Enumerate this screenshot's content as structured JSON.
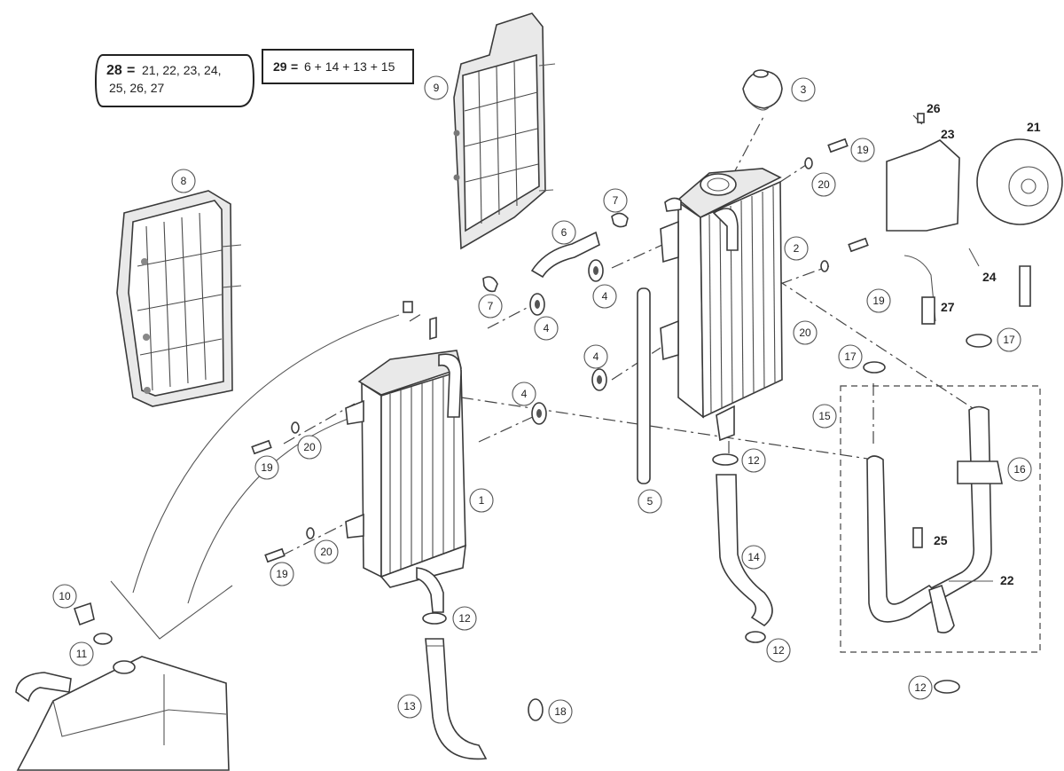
{
  "legend": {
    "kit28_number": "28",
    "kit28_eq": "=",
    "kit28_line1": "21, 22, 23, 24,",
    "kit28_line2": "25, 26, 27",
    "kit29_number": "29",
    "kit29_eq": "=",
    "kit29_formula": "6 + 14 + 13 + 15"
  },
  "callouts": [
    "1",
    "2",
    "3",
    "4",
    "4",
    "4",
    "4",
    "5",
    "6",
    "7",
    "7",
    "8",
    "9",
    "10",
    "11",
    "12",
    "12",
    "12",
    "12",
    "13",
    "14",
    "15",
    "16",
    "17",
    "17",
    "18",
    "19",
    "19",
    "19",
    "19",
    "20",
    "20",
    "20",
    "20"
  ],
  "bold_labels": [
    "21",
    "22",
    "23",
    "24",
    "25",
    "26",
    "27"
  ],
  "colors": {
    "line": "#3a3a3a",
    "fill": "#ffffff",
    "shade": "#e9e9e9"
  }
}
